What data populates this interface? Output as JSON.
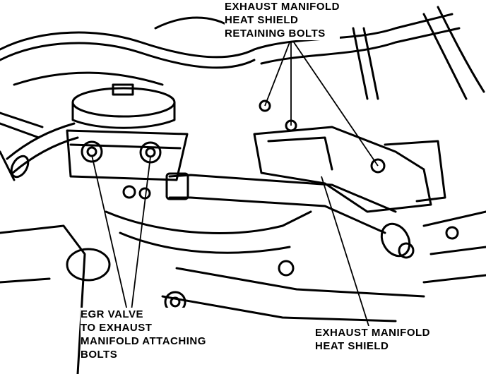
{
  "labels": {
    "heat_shield_bolts": [
      "EXHAUST MANIFOLD",
      "HEAT SHIELD",
      "RETAINING BOLTS"
    ],
    "egr_bolts": [
      "EGR VALVE",
      "TO EXHAUST",
      "MANIFOLD ATTACHING",
      "BOLTS"
    ],
    "heat_shield": [
      "EXHAUST MANIFOLD",
      "HEAT SHIELD"
    ]
  },
  "colors": {
    "ink": "#000000",
    "paper": "#ffffff"
  }
}
